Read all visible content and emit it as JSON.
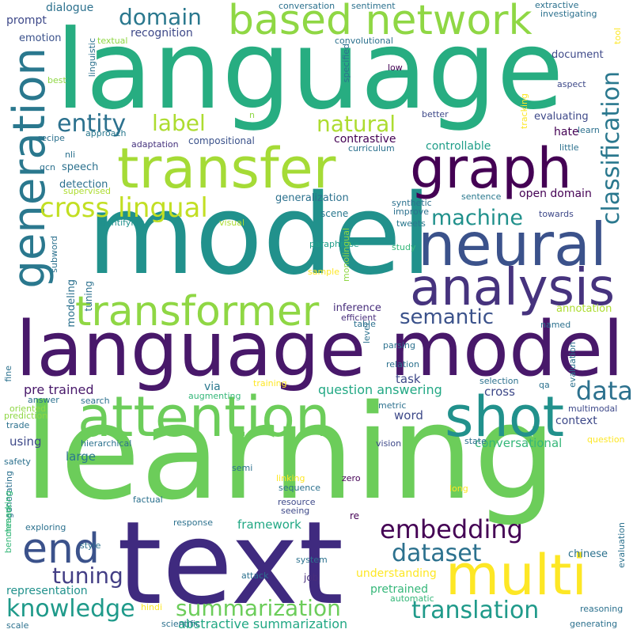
{
  "words": [
    {
      "text": "language",
      "color": "#27ad81",
      "rotated": false
    },
    {
      "text": "model",
      "color": "#21918c",
      "rotated": false
    },
    {
      "text": "learning",
      "color": "#6ccd5a",
      "rotated": false
    },
    {
      "text": "text",
      "color": "#3f2a7f",
      "rotated": false
    },
    {
      "text": "language model",
      "color": "#48186a",
      "rotated": false
    },
    {
      "text": "transfer",
      "color": "#a5db36",
      "rotated": false
    },
    {
      "text": "graph",
      "color": "#440154",
      "rotated": false
    },
    {
      "text": "attention",
      "color": "#6ccd5a",
      "rotated": false
    },
    {
      "text": "shot",
      "color": "#21918c",
      "rotated": false
    },
    {
      "text": "neural",
      "color": "#3b528b",
      "rotated": false
    },
    {
      "text": "analysis",
      "color": "#46337e",
      "rotated": false
    },
    {
      "text": "based network",
      "color": "#8fd744",
      "rotated": false
    },
    {
      "text": "generation",
      "color": "#2a788e",
      "rotated": true
    },
    {
      "text": "transformer",
      "color": "#8fd744",
      "rotated": false
    },
    {
      "text": "multi",
      "color": "#fde725",
      "rotated": false
    },
    {
      "text": "end",
      "color": "#3b528b",
      "rotated": false
    },
    {
      "text": "cross lingual",
      "color": "#c2df23",
      "rotated": false
    },
    {
      "text": "classification",
      "color": "#2a788e",
      "rotated": true
    },
    {
      "text": "data",
      "color": "#2c718e",
      "rotated": false
    },
    {
      "text": "embedding",
      "color": "#440154",
      "rotated": false
    },
    {
      "text": "knowledge",
      "color": "#1f9a8a",
      "rotated": false
    },
    {
      "text": "translation",
      "color": "#1f9a8a",
      "rotated": false
    },
    {
      "text": "summarization",
      "color": "#6ccd5a",
      "rotated": false
    },
    {
      "text": "dataset",
      "color": "#2c718e",
      "rotated": false
    },
    {
      "text": "entity",
      "color": "#2c718e",
      "rotated": false
    },
    {
      "text": "semantic",
      "color": "#3b528b",
      "rotated": false
    },
    {
      "text": "machine",
      "color": "#21918c",
      "rotated": false
    },
    {
      "text": "natural",
      "color": "#addc30",
      "rotated": false
    },
    {
      "text": "tuning",
      "color": "#433e85",
      "rotated": false
    },
    {
      "text": "domain",
      "color": "#2a788e",
      "rotated": false
    },
    {
      "text": "label",
      "color": "#addc30",
      "rotated": false
    },
    {
      "text": "pre trained",
      "color": "#48186a",
      "rotated": false
    },
    {
      "text": "question answering",
      "color": "#22a884",
      "rotated": false
    },
    {
      "text": "abstractive summarization",
      "color": "#22a884",
      "rotated": false
    },
    {
      "text": "framework",
      "color": "#22a884",
      "rotated": false
    },
    {
      "text": "understanding",
      "color": "#fde725",
      "rotated": false
    },
    {
      "text": "representation",
      "color": "#21918c",
      "rotated": false
    },
    {
      "text": "pretrained",
      "color": "#35b779",
      "rotated": false
    },
    {
      "text": "conversational",
      "color": "#35b779",
      "rotated": false
    },
    {
      "text": "context",
      "color": "#3e4989",
      "rotated": false
    },
    {
      "text": "cross",
      "color": "#3e4989",
      "rotated": false
    },
    {
      "text": "controllable",
      "color": "#1f9e89",
      "rotated": false
    },
    {
      "text": "open domain",
      "color": "#440154",
      "rotated": false
    },
    {
      "text": "contrastive",
      "color": "#440154",
      "rotated": false
    },
    {
      "text": "evaluating",
      "color": "#3e4989",
      "rotated": false
    },
    {
      "text": "recognition",
      "color": "#3e4989",
      "rotated": false
    },
    {
      "text": "document",
      "color": "#3e4989",
      "rotated": false
    },
    {
      "text": "detection",
      "color": "#2c718e",
      "rotated": false
    },
    {
      "text": "speech",
      "color": "#2c718e",
      "rotated": false
    },
    {
      "text": "dialogue",
      "color": "#2c718e",
      "rotated": false
    },
    {
      "text": "prompt",
      "color": "#3e4989",
      "rotated": false
    },
    {
      "text": "emotion",
      "color": "#3b528b",
      "rotated": false
    },
    {
      "text": "hate",
      "color": "#440154",
      "rotated": false
    },
    {
      "text": "compositional",
      "color": "#3b528b",
      "rotated": false
    },
    {
      "text": "adaptation",
      "color": "#46337e",
      "rotated": false
    },
    {
      "text": "generalization",
      "color": "#2c718e",
      "rotated": false
    },
    {
      "text": "inference",
      "color": "#472d7b",
      "rotated": false
    },
    {
      "text": "task",
      "color": "#3e4989",
      "rotated": false
    },
    {
      "text": "via",
      "color": "#2a788e",
      "rotated": false
    },
    {
      "text": "large",
      "color": "#2a788e",
      "rotated": false
    },
    {
      "text": "using",
      "color": "#3e4989",
      "rotated": false
    },
    {
      "text": "word",
      "color": "#3e4989",
      "rotated": false
    },
    {
      "text": "chinese",
      "color": "#2c718e",
      "rotated": false
    },
    {
      "text": "annotation",
      "color": "#addc30",
      "rotated": false
    },
    {
      "text": "modeling",
      "color": "#2c718e",
      "rotated": true
    },
    {
      "text": "tuning",
      "color": "#2c718e",
      "rotated": true
    },
    {
      "text": "scene",
      "color": "#2a788e",
      "rotated": false
    },
    {
      "text": "tweets",
      "color": "#2a788e",
      "rotated": false
    },
    {
      "text": "towards",
      "color": "#3e4989",
      "rotated": false
    },
    {
      "text": "sentence",
      "color": "#2a788e",
      "rotated": false
    },
    {
      "text": "improve",
      "color": "#2c718e",
      "rotated": false
    },
    {
      "text": "synthetic",
      "color": "#2c718e",
      "rotated": false
    },
    {
      "text": "paraphrase",
      "color": "#1f9e89",
      "rotated": false
    },
    {
      "text": "visual",
      "color": "#addc30",
      "rotated": false
    },
    {
      "text": "identifying",
      "color": "#21918c",
      "rotated": false
    },
    {
      "text": "supervised",
      "color": "#addc30",
      "rotated": false
    },
    {
      "text": "gcn",
      "color": "#2c718e",
      "rotated": false
    },
    {
      "text": "nli",
      "color": "#2c718e",
      "rotated": false
    },
    {
      "text": "recipe",
      "color": "#2c718e",
      "rotated": false
    },
    {
      "text": "approach",
      "color": "#2a788e",
      "rotated": false
    },
    {
      "text": "curriculum",
      "color": "#2c718e",
      "rotated": false
    },
    {
      "text": "little",
      "color": "#2c718e",
      "rotated": false
    },
    {
      "text": "learn",
      "color": "#2c718e",
      "rotated": false
    },
    {
      "text": "better",
      "color": "#3e4989",
      "rotated": false
    },
    {
      "text": "aspect",
      "color": "#3e4989",
      "rotated": false
    },
    {
      "text": "investigating",
      "color": "#2c718e",
      "rotated": false
    },
    {
      "text": "extractive",
      "color": "#2c718e",
      "rotated": false
    },
    {
      "text": "tool",
      "color": "#fde725",
      "rotated": true
    },
    {
      "text": "tracking",
      "color": "#fde725",
      "rotated": true
    },
    {
      "text": "conversation",
      "color": "#2c718e",
      "rotated": false
    },
    {
      "text": "sentiment",
      "color": "#2c718e",
      "rotated": false
    },
    {
      "text": "convolutional",
      "color": "#2c718e",
      "rotated": false
    },
    {
      "text": "specified",
      "color": "#2c718e",
      "rotated": true
    },
    {
      "text": "low",
      "color": "#440154",
      "rotated": false
    },
    {
      "text": "textual",
      "color": "#8fd744",
      "rotated": false
    },
    {
      "text": "linguistic",
      "color": "#2c718e",
      "rotated": true
    },
    {
      "text": "best",
      "color": "#8fd744",
      "rotated": false
    },
    {
      "text": "n",
      "color": "#8fd744",
      "rotated": false
    },
    {
      "text": "subword",
      "color": "#2c718e",
      "rotated": true
    },
    {
      "text": "monolingual",
      "color": "#8fd744",
      "rotated": true
    },
    {
      "text": "sample",
      "color": "#fde725",
      "rotated": false
    },
    {
      "text": "study",
      "color": "#35b779",
      "rotated": false
    },
    {
      "text": "efficient",
      "color": "#472d7b",
      "rotated": false
    },
    {
      "text": "table",
      "color": "#2c718e",
      "rotated": false
    },
    {
      "text": "level",
      "color": "#2c718e",
      "rotated": true
    },
    {
      "text": "named",
      "color": "#2c718e",
      "rotated": false
    },
    {
      "text": "parsing",
      "color": "#2c718e",
      "rotated": false
    },
    {
      "text": "relation",
      "color": "#2c718e",
      "rotated": false
    },
    {
      "text": "evaluation",
      "color": "#2c718e",
      "rotated": true
    },
    {
      "text": "selection",
      "color": "#2c718e",
      "rotated": false
    },
    {
      "text": "qa",
      "color": "#2c718e",
      "rotated": false
    },
    {
      "text": "multimodal",
      "color": "#3e4989",
      "rotated": false
    },
    {
      "text": "metric",
      "color": "#2c718e",
      "rotated": false
    },
    {
      "text": "training",
      "color": "#fde725",
      "rotated": false
    },
    {
      "text": "augmenting",
      "color": "#35b779",
      "rotated": false
    },
    {
      "text": "fine",
      "color": "#2c718e",
      "rotated": true
    },
    {
      "text": "answer",
      "color": "#2c718e",
      "rotated": false
    },
    {
      "text": "oriented",
      "color": "#8fd744",
      "rotated": false
    },
    {
      "text": "prediction",
      "color": "#8fd744",
      "rotated": false
    },
    {
      "text": "trade",
      "color": "#2c718e",
      "rotated": false
    },
    {
      "text": "search",
      "color": "#2c718e",
      "rotated": false
    },
    {
      "text": "hierarchical",
      "color": "#2c718e",
      "rotated": false
    },
    {
      "text": "safety",
      "color": "#2c718e",
      "rotated": false
    },
    {
      "text": "generating",
      "color": "#2c718e",
      "rotated": true
    },
    {
      "text": "measuring",
      "color": "#35b779",
      "rotated": true
    },
    {
      "text": "benchmarking",
      "color": "#35b779",
      "rotated": true
    },
    {
      "text": "semi",
      "color": "#2c718e",
      "rotated": false
    },
    {
      "text": "linking",
      "color": "#fde725",
      "rotated": false
    },
    {
      "text": "zero",
      "color": "#440154",
      "rotated": false
    },
    {
      "text": "sequence",
      "color": "#2c718e",
      "rotated": false
    },
    {
      "text": "resource",
      "color": "#3e4989",
      "rotated": false
    },
    {
      "text": "seeing",
      "color": "#3e4989",
      "rotated": false
    },
    {
      "text": "factual",
      "color": "#2c718e",
      "rotated": false
    },
    {
      "text": "exploring",
      "color": "#2c718e",
      "rotated": false
    },
    {
      "text": "style",
      "color": "#2c718e",
      "rotated": false
    },
    {
      "text": "response",
      "color": "#2c718e",
      "rotated": false
    },
    {
      "text": "re",
      "color": "#440154",
      "rotated": false
    },
    {
      "text": "long",
      "color": "#fde725",
      "rotated": false
    },
    {
      "text": "question",
      "color": "#fde725",
      "rotated": false
    },
    {
      "text": "state",
      "color": "#2c718e",
      "rotated": false
    },
    {
      "text": "vision",
      "color": "#3e4989",
      "rotated": false
    },
    {
      "text": "evaluation",
      "color": "#2c718e",
      "rotated": true
    },
    {
      "text": "system",
      "color": "#2c718e",
      "rotated": false
    },
    {
      "text": "attack",
      "color": "#2c718e",
      "rotated": false
    },
    {
      "text": "job",
      "color": "#472d7b",
      "rotated": false
    },
    {
      "text": "automatic",
      "color": "#35b779",
      "rotated": false
    },
    {
      "text": "hindi",
      "color": "#fde725",
      "rotated": false
    },
    {
      "text": "scientific",
      "color": "#2c718e",
      "rotated": false
    },
    {
      "text": "scale",
      "color": "#2c718e",
      "rotated": false
    },
    {
      "text": "reasoning",
      "color": "#2c718e",
      "rotated": false
    },
    {
      "text": "generating",
      "color": "#2c718e",
      "rotated": false
    }
  ]
}
